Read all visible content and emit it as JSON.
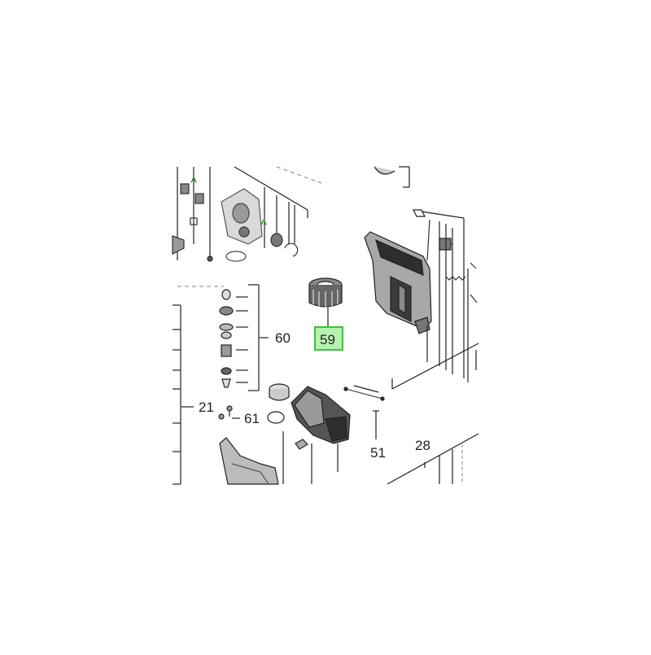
{
  "diagram": {
    "labels": {
      "part_60": "60",
      "part_21": "21",
      "part_61": "61",
      "part_51": "51",
      "part_28": "28",
      "part_59": "59"
    },
    "markers": {
      "caret": "^"
    },
    "colors": {
      "line": "#222222",
      "part_gray": "#8a8a8a",
      "part_dark": "#3a3a3a",
      "highlight_fill": "#b8f0b0",
      "highlight_border": "#3cc23c",
      "caret_green": "#1a9a1a",
      "dashed": "#9a9a9a"
    },
    "highlighted_part": "59"
  }
}
